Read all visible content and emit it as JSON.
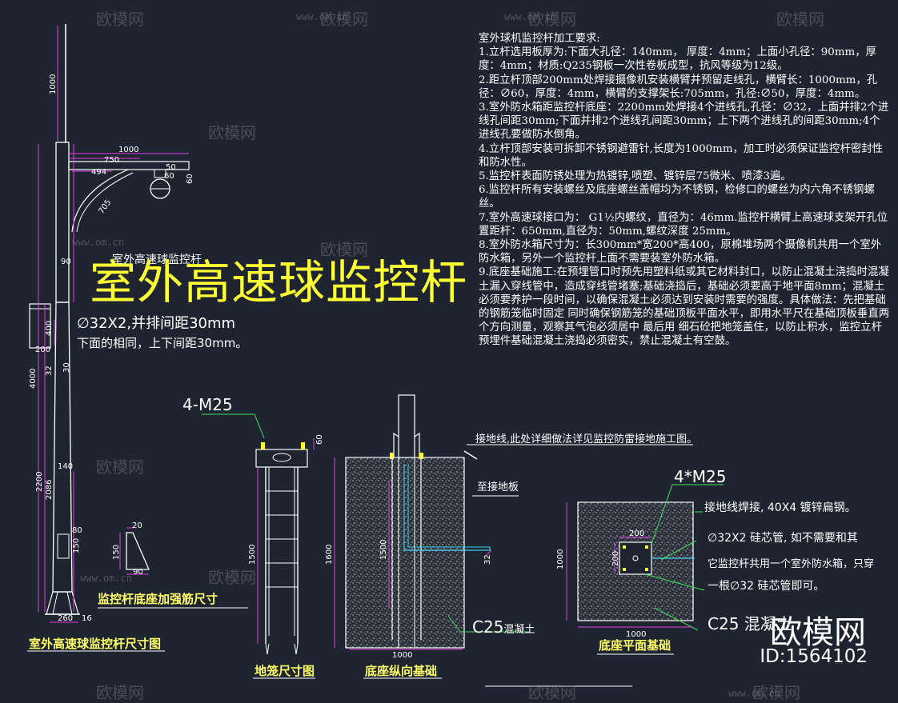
{
  "notes": {
    "heading": "室外球机监控杆加工要求:",
    "items": [
      "1.立杆选用板厚为:下面大孔径：140mm， 厚度：4mm；上面小孔径：90mm，厚度：4mm；材质:Q235钢板一次性卷板成型，抗风等级为12级。",
      "2.距立杆顶部200mm处焊接摄像机安装横臂并预留走线孔，横臂长：1000mm，孔径：∅60，厚度：4mm，横臂的支撑架长:705mm，孔径:∅50，厚度：4mm。",
      "3.室外防水箱距监控杆底座：2200mm处焊接4个进线孔,孔径：∅32，上面并排2个进线孔间距30mm;下面并排2个进线孔间距30mm；上下两个进线孔的间距30mm;4个进线孔要做防水倒角。",
      "4.立杆顶部安装可拆卸不锈钢避雷针,长度为1000mm，加工时必须保证监控杆密封性和防水性。",
      "5.监控杆表面防锈处理为热镀锌,喷塑、镀锌层75微米、喷漆3遍。",
      "6.监控杆所有安装螺丝及底座螺丝盖帽均为不锈钢，检修口的螺丝为内六角不锈钢螺丝。",
      "7.室外高速球接口为： G1½内螺纹，直径为：46mm.监控杆横臂上高速球支架开孔位置距杆：650mm,直径为：50mm,螺纹深度 25mm。",
      "8.室外防水箱尺寸为：长300mm*宽200*高400，原棉堆场两个摄像机共用一个室外防水箱，另外一个监控杆上面不需要装室外防水箱。",
      "9.底座基础施工:在预埋管口时预先用塑料纸或其它材料封口，以防止混凝土浇捣时混凝土漏入穿线管中，造成穿线管堵塞;基础浇捣后，基础必须要高于地平面8mm；混凝土必须要养护一段时间，以确保混凝土必须达到安装时需要的强度。具体做法：先把基础的钢筋笼临时固定 同时确保钢筋笼的基础顶板平面水平，即用水平尺在基础顶板垂直两个方向测量，观察其气泡必须居中  最后用       细石砼把地笼盖住，以防止积水，监控立杆预埋件基础混凝土浇捣必须密实，禁止混凝土有空鼓。"
    ]
  },
  "title_main": "室外高速球监控杆",
  "title_small": "室外高速球监控杆",
  "pole": {
    "dims": {
      "d1000_top": "1000",
      "d1000_arm": "1000",
      "d750": "750",
      "d494": "494",
      "d50": "50",
      "d60": "60",
      "d60b": "60",
      "d705": "705",
      "d90": "90",
      "d400": "400",
      "d200": "200",
      "d32": "32",
      "d30": "30",
      "d4000": "4000",
      "d140": "140",
      "d2200": "2200",
      "d2086": "2086",
      "d80": "80",
      "d150": "150",
      "d260": "260",
      "d16": "16"
    },
    "caption": "室外高速球监控杆尺寸图"
  },
  "pipe_note_1": "∅32X2,并排间距30mm",
  "pipe_note_2": "下面的相同，上下间距30mm。",
  "rib": {
    "d20": "20",
    "d150": "150",
    "d90": "90",
    "caption": "监控杆底座加强筋尺寸"
  },
  "cage": {
    "bolt": "4-M25",
    "d60": "60",
    "d1500": "1500",
    "caption": "地笼尺寸图"
  },
  "foundation": {
    "ground_note": "接地线,此处详细做法详见监控防雷接地施工图。",
    "plate_note": "至接地板",
    "d1600": "1600",
    "d1500": "1500",
    "d32": "32",
    "d1000": "1000",
    "concrete": "C25",
    "concrete_suffix": "混凝土",
    "caption": "底座纵向基础"
  },
  "plan": {
    "bolt": "4*M25",
    "d200": "200",
    "d200b": "200",
    "d1000v": "1000",
    "d1000h": "1000",
    "note1": "接地线焊接, 40X4 镀锌扁钢。",
    "note2": "∅32X2 硅芯管, 如不需要和其",
    "note3": "它监控杆共用一个室外防水箱，只穿",
    "note4": "一根∅32 硅芯管即可。",
    "concrete": "C25 混凝土",
    "caption": "底座平面基础"
  },
  "brand": {
    "name": "欧模网",
    "id": "ID:1564102"
  },
  "watermark": {
    "text": "欧模网",
    "url": "www.om.cn"
  },
  "colors": {
    "bg": "#1e2430",
    "magenta": "#e040e0",
    "cyan": "#3fd0e8",
    "yellow": "#ffff33",
    "green": "#3fe060"
  }
}
